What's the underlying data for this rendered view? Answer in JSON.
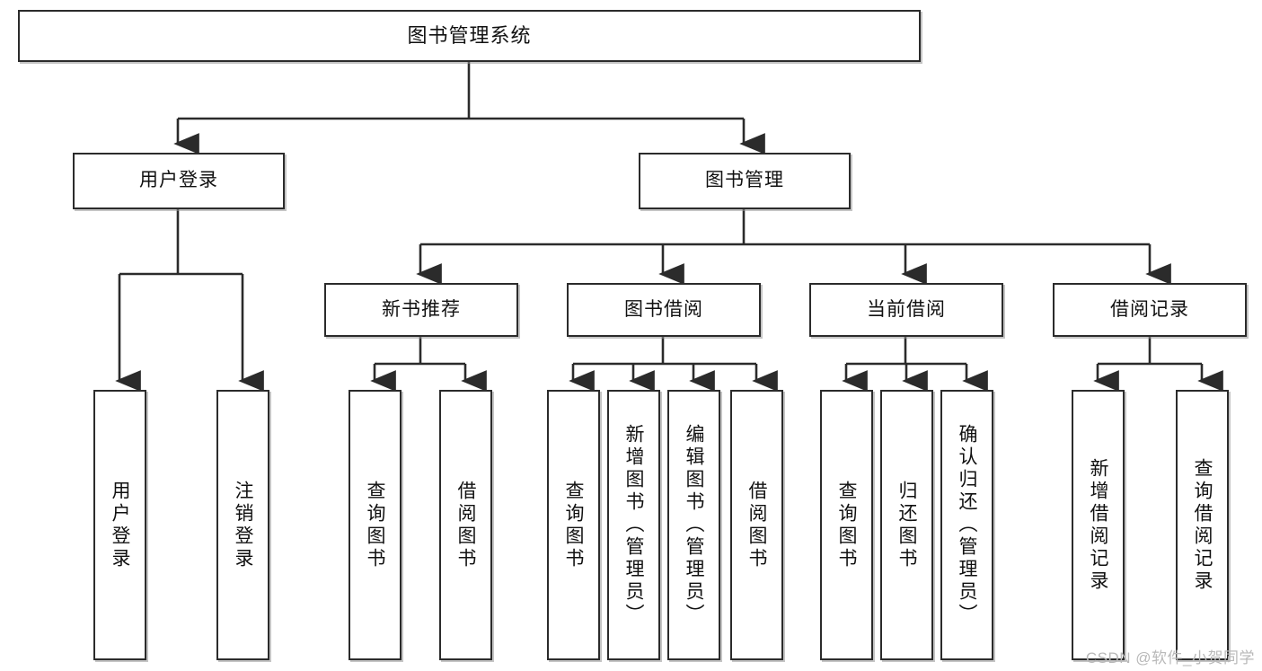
{
  "diagram": {
    "title": "图书管理系统",
    "type": "tree-hierarchy",
    "watermark": "CSDN @软件_小贺同学",
    "colors": {
      "box_border": "#2b2b2b",
      "box_fill": "#ffffff",
      "connector": "#2b2b2b",
      "text": "#111111",
      "watermark": "#b9b9b9"
    },
    "levels": {
      "root": {
        "label": "图书管理系统"
      },
      "level2": [
        {
          "key": "user-login",
          "label": "用户登录"
        },
        {
          "key": "book-management",
          "label": "图书管理"
        }
      ],
      "level3": [
        {
          "key": "new-book-recommend",
          "label": "新书推荐"
        },
        {
          "key": "book-borrow",
          "label": "图书借阅"
        },
        {
          "key": "current-borrow",
          "label": "当前借阅"
        },
        {
          "key": "borrow-record",
          "label": "借阅记录"
        }
      ],
      "leaves": {
        "user-login": [
          {
            "key": "user-login-leaf",
            "label": "用户登录"
          },
          {
            "key": "logout-leaf",
            "label": "注销登录"
          }
        ],
        "new-book-recommend": [
          {
            "key": "query-book-1",
            "label": "查询图书"
          },
          {
            "key": "borrow-book-1",
            "label": "借阅图书"
          }
        ],
        "book-borrow": [
          {
            "key": "query-book-2",
            "label": "查询图书"
          },
          {
            "key": "add-book-admin",
            "label": "新增图书（管理员）"
          },
          {
            "key": "edit-book-admin",
            "label": "编辑图书（管理员）"
          },
          {
            "key": "borrow-book-2",
            "label": "借阅图书"
          }
        ],
        "current-borrow": [
          {
            "key": "query-book-3",
            "label": "查询图书"
          },
          {
            "key": "return-book",
            "label": "归还图书"
          },
          {
            "key": "confirm-return-admin",
            "label": "确认归还（管理员）"
          }
        ],
        "borrow-record": [
          {
            "key": "add-borrow-record",
            "label": "新增借阅记录"
          },
          {
            "key": "query-borrow-record",
            "label": "查询借阅记录"
          }
        ]
      }
    }
  }
}
